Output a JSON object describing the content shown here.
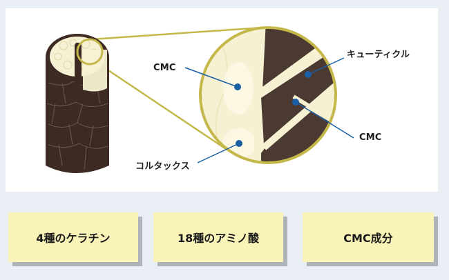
{
  "labels": {
    "cmc_left": "CMC",
    "cuticle": "キューティクル",
    "cmc_right": "CMC",
    "cortex": "コルタックス"
  },
  "boxes": [
    {
      "text": "4種のケラチン"
    },
    {
      "text": "18種のアミノ酸"
    },
    {
      "text": "CMC成分"
    }
  ],
  "colors": {
    "hair_brown": "#3d2a22",
    "cortex_cream": "#f7f1d4",
    "outline_gold": "#c4b84a",
    "marker_blue": "#1a5fa3",
    "box_fill": "#faf3b8"
  }
}
